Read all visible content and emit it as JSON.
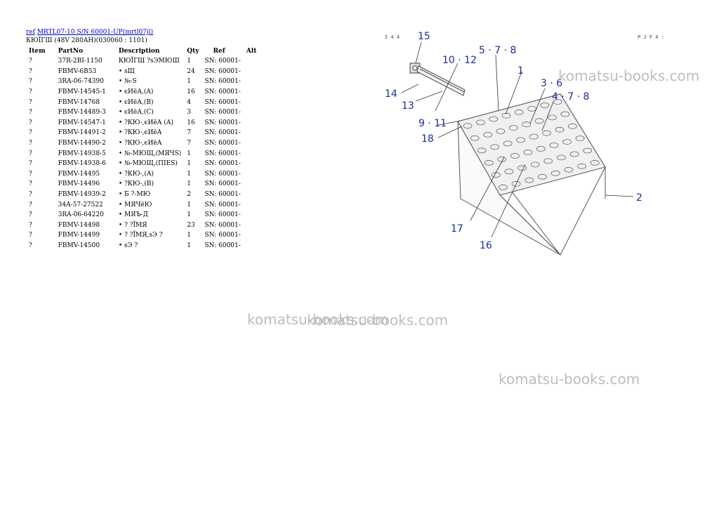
{
  "header": {
    "ref_link": "ref",
    "model_link": "MRTL07-10 S/N 60001-UP(mrtl07jl)",
    "subtitle": "КЮЇГШ (48V 280AH)(030060 : 1101)"
  },
  "table": {
    "columns": [
      "Item",
      "PartNo",
      "Description",
      "Qty",
      "Ref",
      "Alt"
    ],
    "rows": [
      {
        "item": "?",
        "part": "37R-2BI-1150",
        "desc": "КЮЇГШ ?sЭМЮШ",
        "qty": "1",
        "ref": "SN: 60001-"
      },
      {
        "item": "?",
        "part": "FBMV-6B53",
        "desc": "• sЩ",
        "qty": "24",
        "ref": "SN: 60001-"
      },
      {
        "item": "?",
        "part": "3RA-06-74390",
        "desc": "• №-S",
        "qty": "1",
        "ref": "SN: 60001-"
      },
      {
        "item": "?",
        "part": "FBMV-14545-1",
        "desc": "• єИёА,(A)",
        "qty": "16",
        "ref": "SN: 60001-"
      },
      {
        "item": "?",
        "part": "FBMV-14768",
        "desc": "• єИёА,(B)",
        "qty": "4",
        "ref": "SN: 60001-"
      },
      {
        "item": "?",
        "part": "FBMV-14489-3",
        "desc": "• єИёА,(C)",
        "qty": "3",
        "ref": "SN: 60001-"
      },
      {
        "item": "?",
        "part": "FBMV-14547-1",
        "desc": "• ?КЮ-,єИёА (A)",
        "qty": "16",
        "ref": "SN: 60001-"
      },
      {
        "item": "?",
        "part": "FBMV-14491-2",
        "desc": "• ?КЮ-,єИёА",
        "qty": "7",
        "ref": "SN: 60001-"
      },
      {
        "item": "?",
        "part": "FBMV-14490-2",
        "desc": "• ?КЮ-,єИёА",
        "qty": "7",
        "ref": "SN: 60001-"
      },
      {
        "item": "?",
        "part": "FBMV-14938-5",
        "desc": "• №-МЮЩ,(МЯЧS)",
        "qty": "1",
        "ref": "SN: 60001-"
      },
      {
        "item": "?",
        "part": "FBMV-14938-6",
        "desc": "• №-МЮЩ,(ПIES)",
        "qty": "1",
        "ref": "SN: 60001-"
      },
      {
        "item": "?",
        "part": "FBMV-14495",
        "desc": "• ?КЮ-,(A)",
        "qty": "1",
        "ref": "SN: 60001-"
      },
      {
        "item": "?",
        "part": "FBMV-14496",
        "desc": "• ?КЮ-,(B)",
        "qty": "1",
        "ref": "SN: 60001-"
      },
      {
        "item": "?",
        "part": "FBMV-14939-2",
        "desc": "• Б ?-МЮ",
        "qty": "2",
        "ref": "SN: 60001-"
      },
      {
        "item": "?",
        "part": "34A-57-27522",
        "desc": "• МЯЧёЮ",
        "qty": "1",
        "ref": "SN: 60001-"
      },
      {
        "item": "?",
        "part": "3RA-06-64220",
        "desc": "• МЯЪ-Д",
        "qty": "1",
        "ref": "SN: 60001-"
      },
      {
        "item": "?",
        "part": "FBMV-14498",
        "desc": "• ? ?ЇМЯ",
        "qty": "23",
        "ref": "SN: 60001-"
      },
      {
        "item": "?",
        "part": "FBMV-14499",
        "desc": "• ? ?ЇМЯ,sЭ ?",
        "qty": "1",
        "ref": "SN: 60001-"
      },
      {
        "item": "?",
        "part": "FBMV-14500",
        "desc": "• sЭ ?",
        "qty": "1",
        "ref": "SN: 60001-"
      }
    ]
  },
  "diagram": {
    "corner_left": "I 4 4",
    "corner_right": "P J F 4 :",
    "callouts": [
      "15",
      "10 · 12",
      "5 · 7 · 8",
      "1",
      "3 · 6",
      "4 · 7 · 8",
      "14",
      "13",
      "9 · 11",
      "18",
      "2",
      "17",
      "16"
    ]
  },
  "watermarks": [
    "komatsu-books.com",
    "komatsu-books.com",
    "komatsu-books.com",
    "komatsu-books.com"
  ],
  "colors": {
    "link": "#0000cc",
    "callout": "#1a2c9a",
    "watermark": "#bdbdbd"
  }
}
